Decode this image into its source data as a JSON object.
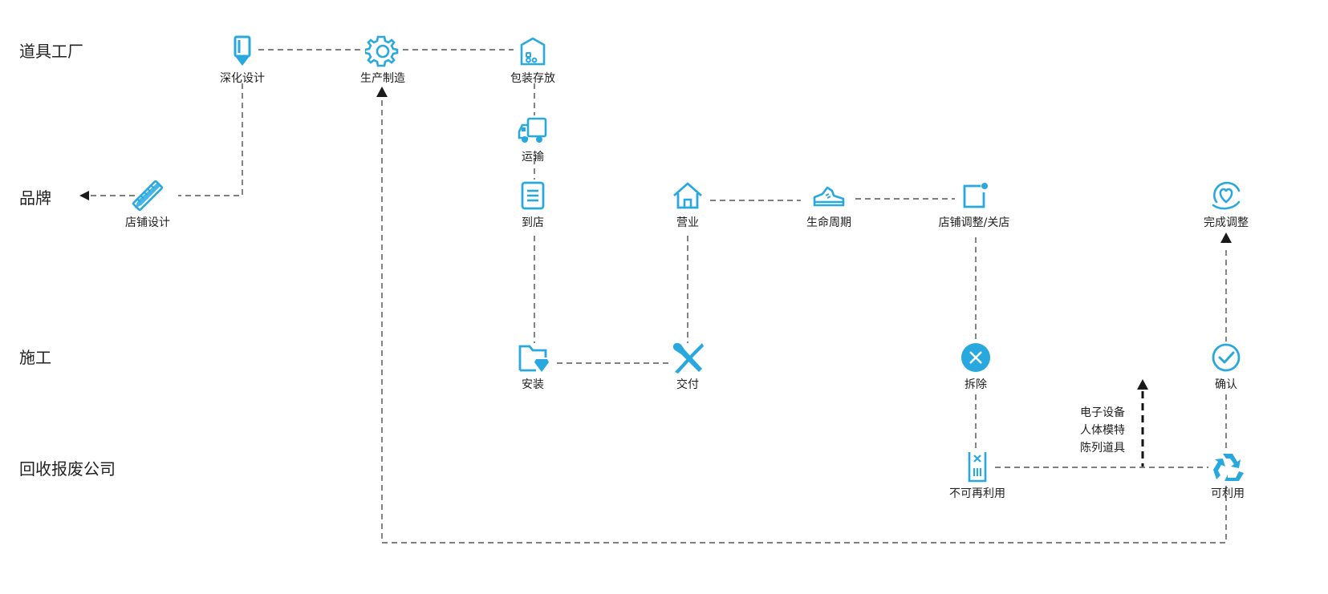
{
  "colors": {
    "accent": "#29A8E0",
    "line": "#333333",
    "text": "#1f1f1f"
  },
  "lanes": {
    "factory": "道具工厂",
    "brand": "品牌",
    "construction": "施工",
    "recycle": "回收报废公司"
  },
  "nodes": {
    "deep_design": {
      "label": "深化设计",
      "icon": "pencil-icon"
    },
    "production": {
      "label": "生产制造",
      "icon": "gear-icon"
    },
    "packaging": {
      "label": "包装存放",
      "icon": "warehouse-icon"
    },
    "transport": {
      "label": "运输",
      "icon": "truck-icon"
    },
    "store_design": {
      "label": "店铺设计",
      "icon": "ruler-pencil-icon"
    },
    "arrive": {
      "label": "到店",
      "icon": "checklist-icon"
    },
    "business": {
      "label": "营业",
      "icon": "house-icon"
    },
    "lifecycle": {
      "label": "生命周期",
      "icon": "sneaker-icon"
    },
    "adjust_close": {
      "label": "店铺调整/关店",
      "icon": "notification-square-icon"
    },
    "complete_adjust": {
      "label": "完成调整",
      "icon": "heart-hands-icon"
    },
    "install": {
      "label": "安装",
      "icon": "folder-diamond-icon"
    },
    "deliver": {
      "label": "交付",
      "icon": "tools-icon"
    },
    "dismantle": {
      "label": "拆除",
      "icon": "tools-circle-icon"
    },
    "confirm": {
      "label": "确认",
      "icon": "check-circle-icon"
    },
    "not_reusable": {
      "label": "不可再利用",
      "icon": "trash-bin-icon"
    },
    "reusable": {
      "label": "可利用",
      "icon": "recycle-icon"
    }
  },
  "reuse_note": [
    "电子设备",
    "人体模特",
    "陈列道具"
  ]
}
